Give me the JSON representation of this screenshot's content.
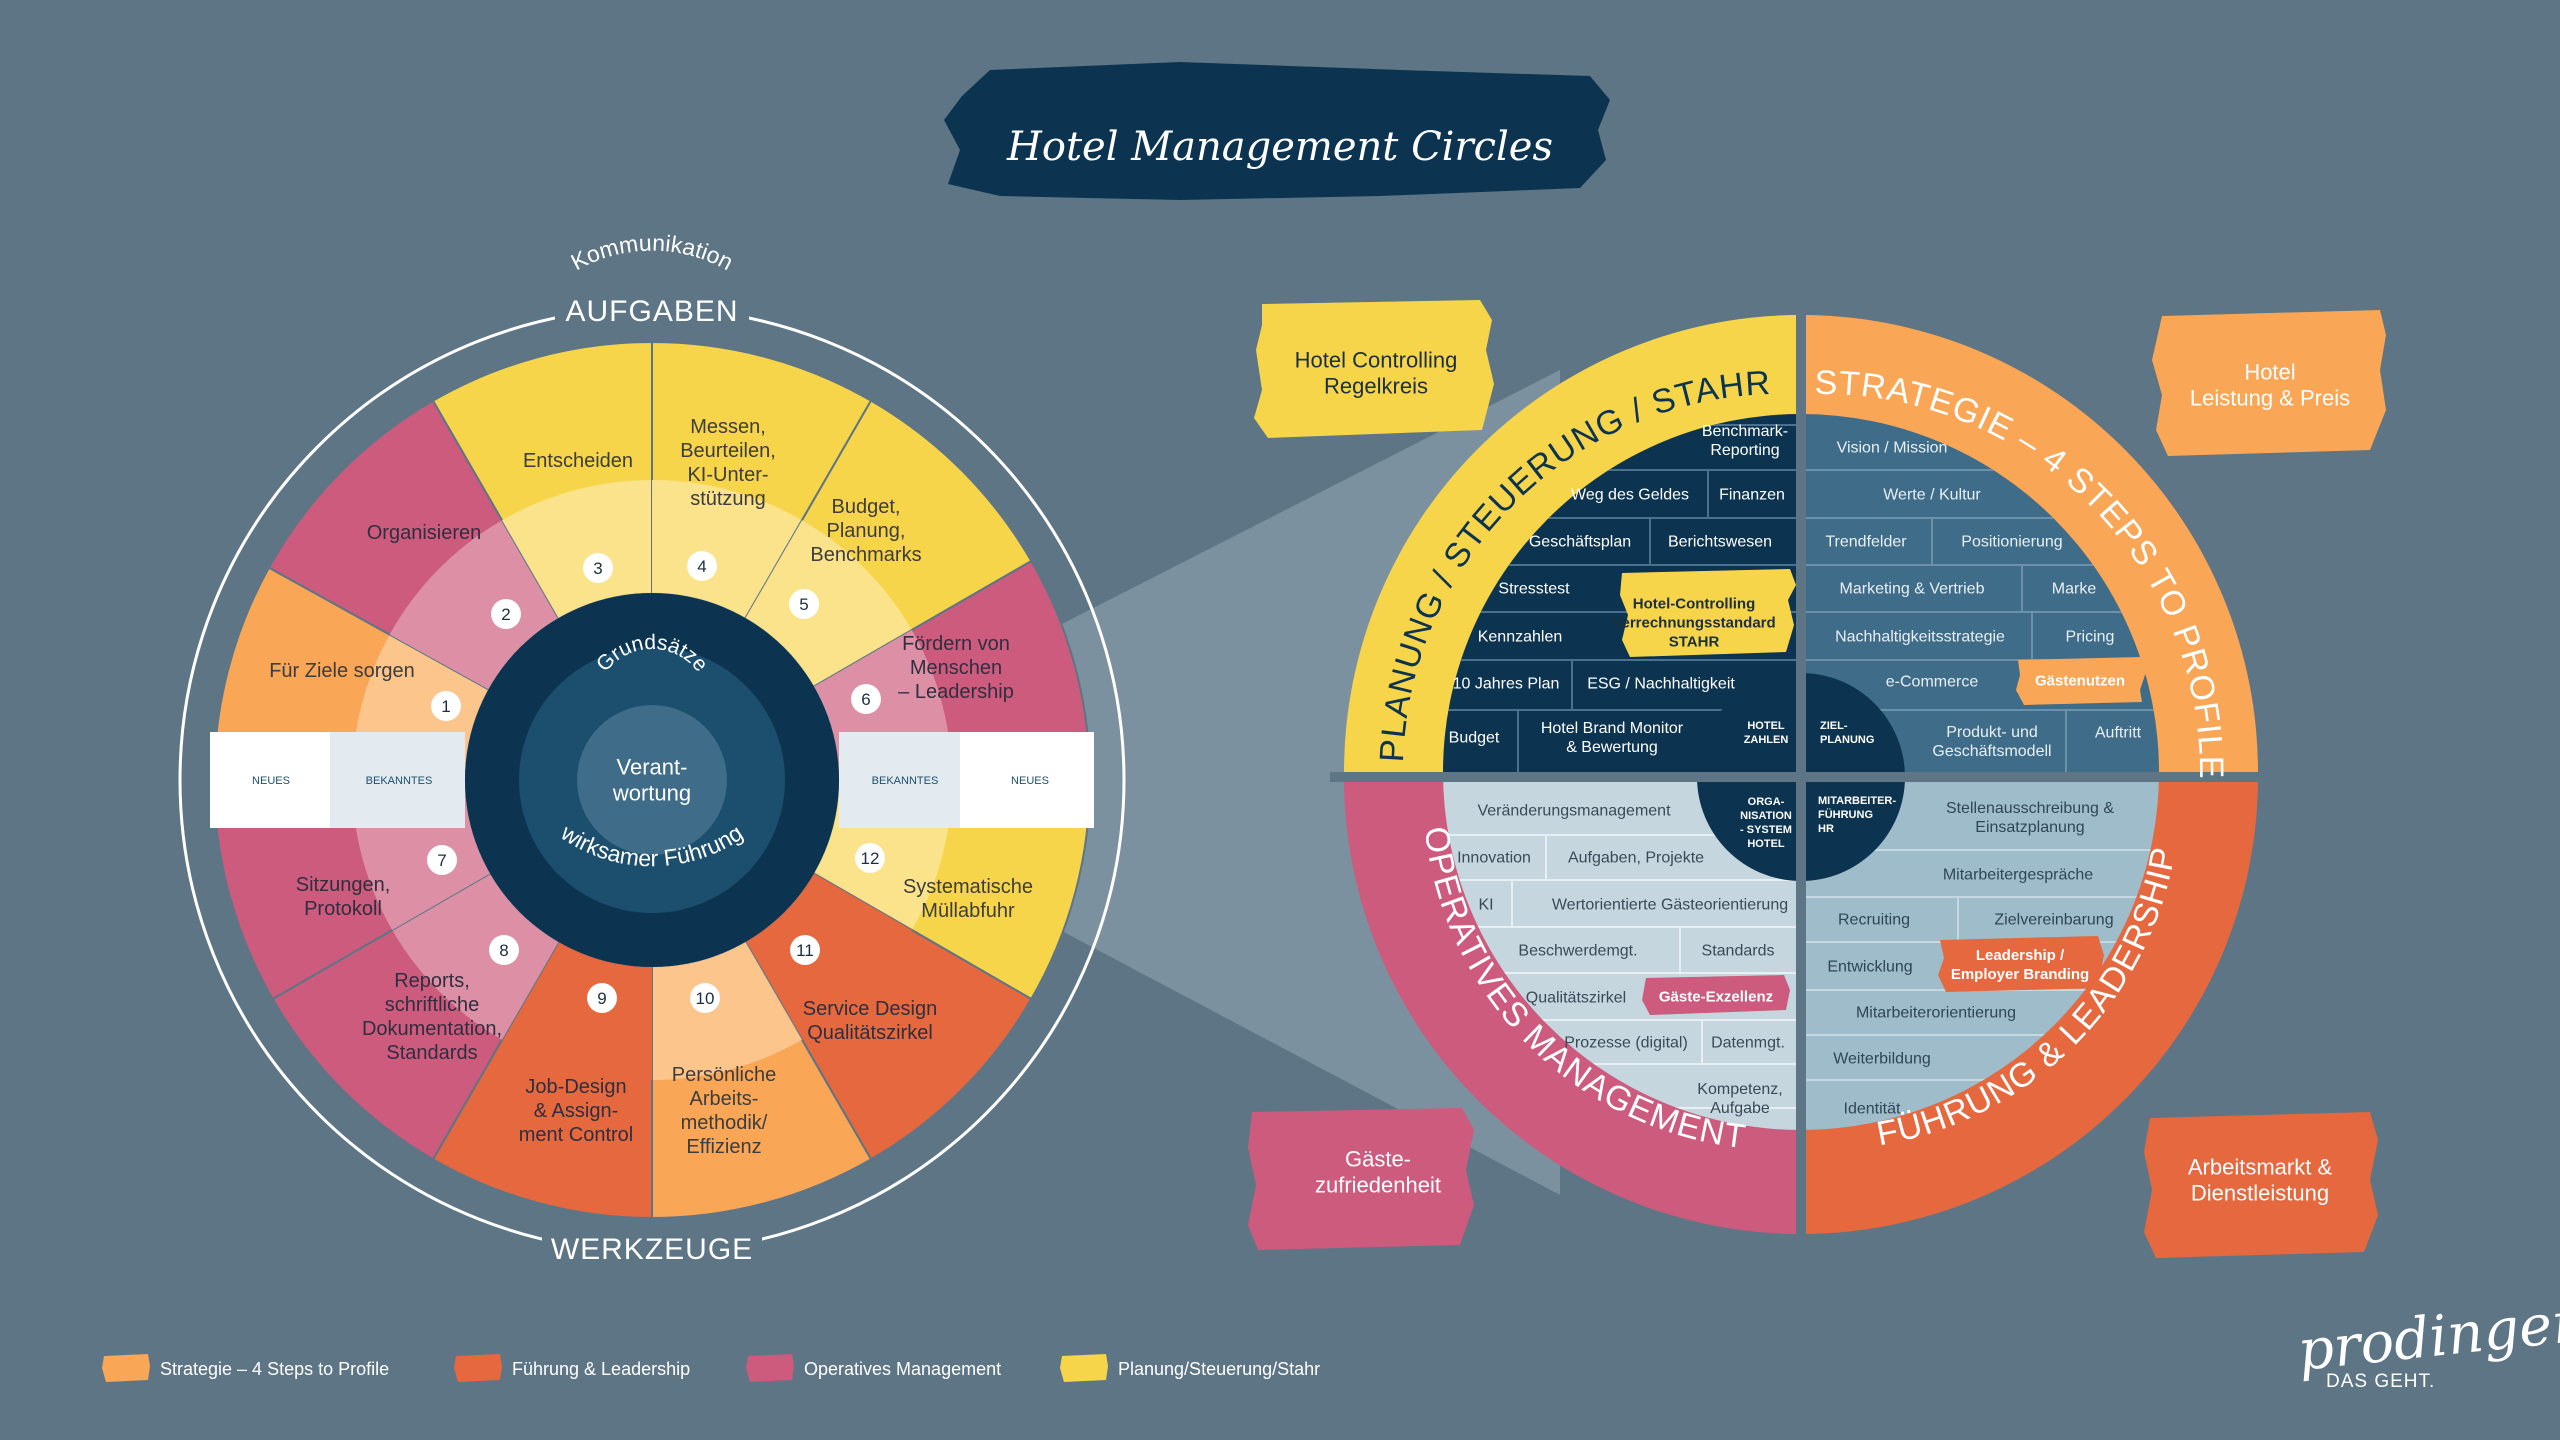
{
  "title": "Hotel Management Circles",
  "colors": {
    "background": "#5e7585",
    "navy": "#0c3450",
    "mid_navy": "#1b4f6d",
    "yellow": "#f7d54a",
    "yellow_light": "#fae48e",
    "orange": "#f9a656",
    "orange_light": "#fbc68f",
    "red_orange": "#e5683f",
    "pink": "#cc5b7d",
    "pink_light": "#dd93a8",
    "strategy_cell": "#3f6c89",
    "ops_cell": "#c6d6df",
    "lead_cell": "#9fbccb"
  },
  "left_circle": {
    "top_label": "AUFGABEN",
    "bottom_label": "WERKZEUGE",
    "inner_ring_top": "Kommunikation",
    "inner_ring_bottom": "wirksamer Führung",
    "middle_ring": "Grundsätze",
    "center": "Verant-\nwortung",
    "band_left_outer": "NEUES",
    "band_left_inner": "BEKANNTES",
    "band_right_inner": "BEKANNTES",
    "band_right_outer": "NEUES",
    "segments": [
      {
        "num": "1",
        "label": "Für Ziele sorgen",
        "color": "orange"
      },
      {
        "num": "2",
        "label": "Organisieren",
        "color": "pink"
      },
      {
        "num": "3",
        "label": "Entscheiden",
        "color": "yellow"
      },
      {
        "num": "4",
        "label": "Messen,\nBeurteilen,\nKI-Unter-\nstützung",
        "color": "yellow"
      },
      {
        "num": "5",
        "label": "Budget,\nPlanung,\nBenchmarks",
        "color": "yellow"
      },
      {
        "num": "6",
        "label": "Fördern von\nMenschen\n– Leadership",
        "color": "pink"
      },
      {
        "num": "12",
        "label": "Systematische\nMüllabfuhr",
        "color": "yellow"
      },
      {
        "num": "11",
        "label": "Service Design\nQualitätszirkel",
        "color": "red_orange"
      },
      {
        "num": "10",
        "label": "Persönliche\nArbeits-\nmethodik/\nEffizienz",
        "color": "orange"
      },
      {
        "num": "9",
        "label": "Job-Design\n& Assign-\nment Control",
        "color": "red_orange"
      },
      {
        "num": "8",
        "label": "Reports,\nschriftliche\nDokumentation,\nStandards",
        "color": "pink"
      },
      {
        "num": "7",
        "label": "Sitzungen,\nProtokoll",
        "color": "pink"
      }
    ]
  },
  "right_circle": {
    "arcs": {
      "planung": "PLANUNG / STEUERUNG / STAHR",
      "strategie": "STRATEGIE – 4 STEPS TO PROFILE",
      "operatives": "OPERATIVES MANAGEMENT",
      "fuehrung": "FÜHRUNG & LEADERSHIP"
    },
    "center": {
      "q1": "HOTEL\nZAHLEN",
      "q2": "ZIEL-\nPLANUNG",
      "q3": "ORGA-\nNISATION\n- SYSTEM\nHOTEL",
      "q4": "MITARBEITER-\nFÜHRUNG\nHR"
    },
    "planung_cells": [
      {
        "key": "r1",
        "label": "Benchmark-\nReporting"
      },
      {
        "key": "r2a",
        "label": "Weg des Geldes"
      },
      {
        "key": "r2b",
        "label": "Finanzen"
      },
      {
        "key": "r3a",
        "label": "Geschäftsplan"
      },
      {
        "key": "r3b",
        "label": "Berichtswesen"
      },
      {
        "key": "r4",
        "label": "Stresstest"
      },
      {
        "key": "r5",
        "label": "Kennzahlen"
      },
      {
        "key": "r6a",
        "label": "10 Jahres Plan"
      },
      {
        "key": "r6b",
        "label": "ESG / Nachhaltigkeit"
      },
      {
        "key": "r7a",
        "label": "Budget"
      },
      {
        "key": "r7b",
        "label": "Hotel Brand Monitor\n& Bewertung"
      }
    ],
    "planung_highlight": "Hotel-Controlling\nVerrechnungsstandard\nSTAHR",
    "strategie_cells": [
      {
        "key": "s1",
        "label": "Vision / Mission"
      },
      {
        "key": "s2",
        "label": "Werte / Kultur"
      },
      {
        "key": "s3a",
        "label": "Trendfelder"
      },
      {
        "key": "s3b",
        "label": "Positionierung"
      },
      {
        "key": "s4a",
        "label": "Marketing & Vertrieb"
      },
      {
        "key": "s4b",
        "label": "Marke"
      },
      {
        "key": "s5a",
        "label": "Nachhaltigkeitsstrategie"
      },
      {
        "key": "s5b",
        "label": "Pricing"
      },
      {
        "key": "s6",
        "label": "e-Commerce"
      },
      {
        "key": "s7a",
        "label": "Produkt- und\nGeschäftsmodell"
      },
      {
        "key": "s7b",
        "label": "Auftritt"
      }
    ],
    "strategie_highlight": "Gästenutzen",
    "operativ_cells": [
      {
        "key": "o1",
        "label": "Veränderungsmanagement"
      },
      {
        "key": "o2a",
        "label": "Innovation"
      },
      {
        "key": "o2b",
        "label": "Aufgaben, Projekte"
      },
      {
        "key": "o3a",
        "label": "KI"
      },
      {
        "key": "o3b",
        "label": "Wertorientierte Gästeorientierung"
      },
      {
        "key": "o4a",
        "label": "Beschwerdemgt."
      },
      {
        "key": "o4b",
        "label": "Standards"
      },
      {
        "key": "o5",
        "label": "Qualitätszirkel"
      },
      {
        "key": "o6a",
        "label": "Prozesse (digital)"
      },
      {
        "key": "o6b",
        "label": "Datenmgt."
      },
      {
        "key": "o7",
        "label": "Kompetenz,\nAufgabe"
      }
    ],
    "operativ_highlight": "Gäste-Exzellenz",
    "fuehrung_cells": [
      {
        "key": "f1",
        "label": "Stellenausschreibung &\nEinsatzplanung"
      },
      {
        "key": "f2",
        "label": "Mitarbeitergespräche"
      },
      {
        "key": "f3a",
        "label": "Recruiting"
      },
      {
        "key": "f3b",
        "label": "Zielvereinbarung"
      },
      {
        "key": "f4",
        "label": "Entwicklung"
      },
      {
        "key": "f5",
        "label": "Mitarbeiterorientierung"
      },
      {
        "key": "f6",
        "label": "Weiterbildung"
      },
      {
        "key": "f7",
        "label": "Identität"
      }
    ],
    "fuehrung_highlight": "Leadership /\nEmployer Branding"
  },
  "callouts": {
    "controlling": "Hotel Controlling\nRegelkreis",
    "leistung": "Hotel\nLeistung & Preis",
    "gaeste": "Gäste-\nzufriedenheit",
    "arbeitsmarkt": "Arbeitsmarkt &\nDienstleistung"
  },
  "legend": [
    {
      "label": "Strategie – 4 Steps to Profile",
      "color": "#f9a656"
    },
    {
      "label": "Führung & Leadership",
      "color": "#e5683f"
    },
    {
      "label": "Operatives Management",
      "color": "#cc5b7d"
    },
    {
      "label": "Planung/Steuerung/Stahr",
      "color": "#f7d54a"
    }
  ],
  "logo": {
    "name": "prodinger",
    "tagline": "DAS GEHT."
  }
}
